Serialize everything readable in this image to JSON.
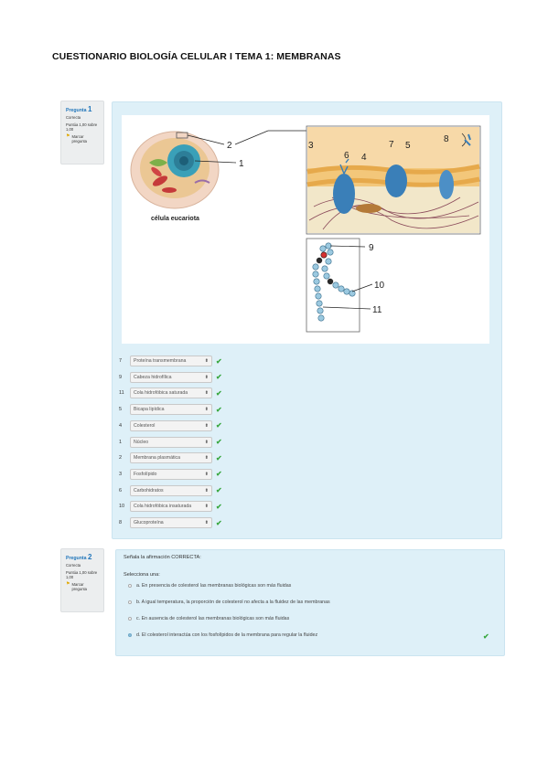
{
  "page_title": "CUESTIONARIO BIOLOGÍA CELULAR I TEMA 1: MEMBRANAS",
  "q1": {
    "label": "Pregunta",
    "number": "1",
    "status": "Correcta",
    "grade": "Puntúa 1,00 sobre 1,00",
    "flag": "Marcar pregunta",
    "figure": {
      "cell_caption": "célula eucariota",
      "labels": [
        "1",
        "2",
        "3",
        "4",
        "5",
        "6",
        "7",
        "8",
        "9",
        "10",
        "11"
      ]
    },
    "rows": [
      {
        "num": "7",
        "value": "Proteína transmembrana"
      },
      {
        "num": "9",
        "value": "Cabeza hidrofílica"
      },
      {
        "num": "11",
        "value": "Cola hidrofóbica saturada"
      },
      {
        "num": "5",
        "value": "Bicapa lipídica"
      },
      {
        "num": "4",
        "value": "Colesterol"
      },
      {
        "num": "1",
        "value": "Núcleo"
      },
      {
        "num": "2",
        "value": "Membrana plasmática"
      },
      {
        "num": "3",
        "value": "Fosfolípido"
      },
      {
        "num": "6",
        "value": "Carbohidratos"
      },
      {
        "num": "10",
        "value": "Cola hidrofóbica insaturada"
      },
      {
        "num": "8",
        "value": "Glucoproteína"
      }
    ],
    "arrow_icon": "select-arrows-icon",
    "check_icon": "check-icon"
  },
  "q2": {
    "label": "Pregunta",
    "number": "2",
    "status": "Correcta",
    "grade": "Puntúa 1,00 sobre 1,00",
    "flag": "Marcar pregunta",
    "prompt": "Señala la afirmación CORRECTA:",
    "select_one": "Selecciona una:",
    "options": [
      "a. En presencia de colesterol las membranas biológicas son más fluidas",
      "b. A igual temperatura, la proporción de colesterol no afecta a la fluidez de las membranas",
      "c. En ausencia de colesterol las membranas biológicas son más fluidas",
      "d. El colesterol interactúa con los fosfolípidos de la membrana para regular la fluidez"
    ],
    "selected_option_index": 3
  },
  "colors": {
    "accent": "#2277bb",
    "question_bg": "#def0f8",
    "correct": "#3aa840"
  }
}
